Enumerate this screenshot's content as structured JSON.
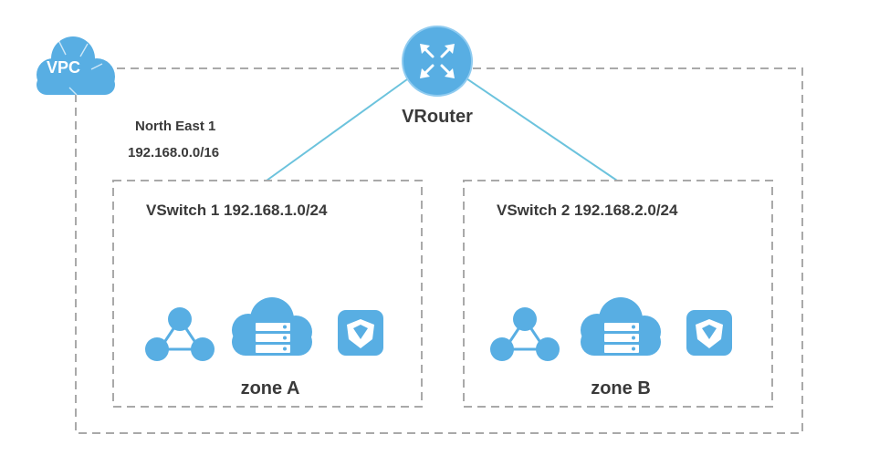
{
  "vpc": {
    "label": "VPC"
  },
  "region": {
    "name": "North East 1",
    "cidr": "192.168.0.0/16"
  },
  "router": {
    "label": "VRouter"
  },
  "vswitches": [
    {
      "label": "VSwitch 1 192.168.1.0/24",
      "zone": "zone A"
    },
    {
      "label": "VSwitch 2 192.168.2.0/24",
      "zone": "zone B"
    }
  ],
  "colors": {
    "accent": "#58aee3",
    "line": "#6cc3dd",
    "dash": "#a9a9a9",
    "text": "#3a3a3a"
  },
  "icons": [
    "cloud-icon",
    "router-icon",
    "network-topology-icon",
    "cloud-server-icon",
    "security-shield-icon"
  ]
}
